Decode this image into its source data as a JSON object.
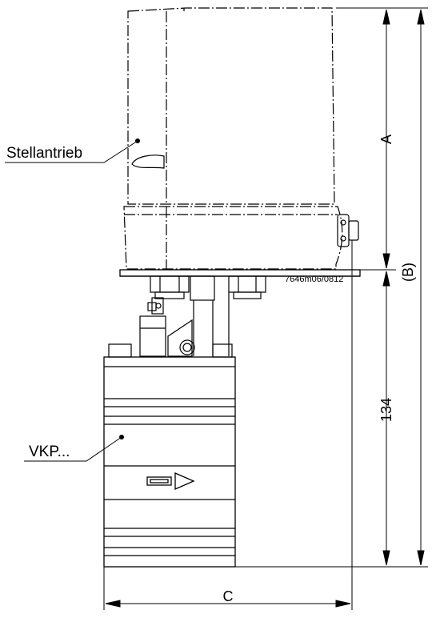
{
  "labels": {
    "actuator": "Stellantrieb",
    "valve": "VKP...",
    "code": "7646m06/0812"
  },
  "dimensions": {
    "a": "A",
    "b": "(B)",
    "height": "134",
    "c": "C"
  },
  "colors": {
    "line": "#000000",
    "background": "#ffffff"
  }
}
